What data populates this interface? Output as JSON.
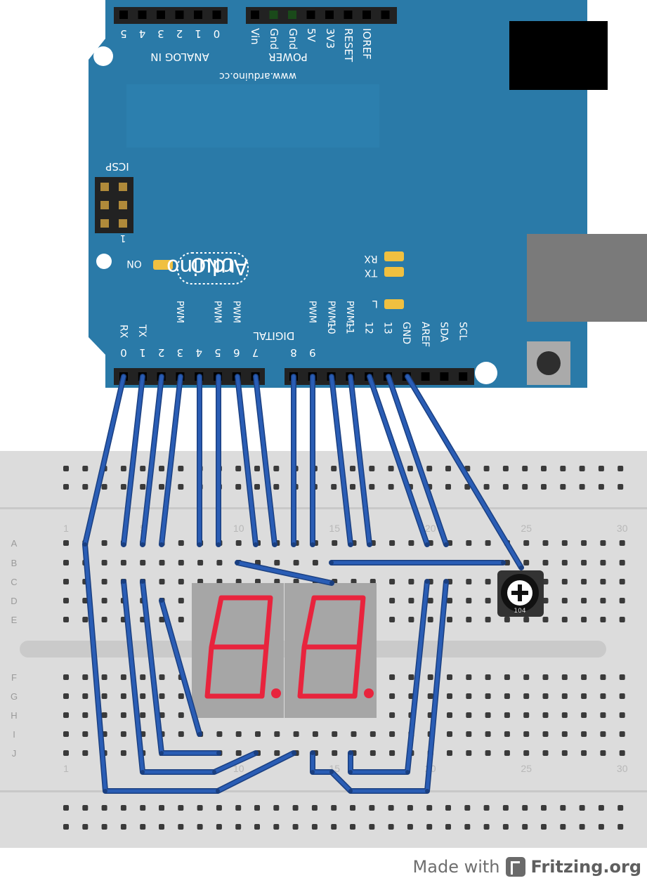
{
  "board": {
    "brand": "Arduino",
    "model": "UNO",
    "website": "www.arduino.cc",
    "on_label": "ON",
    "icsp_label": "ICSP",
    "icsp_pin1": "1",
    "led_rx": "RX",
    "led_tx": "TX",
    "led_l": "L",
    "analog_header": "ANALOG IN",
    "power_header": "POWER",
    "digital_header": "DIGITAL",
    "analog_pins": [
      "5",
      "4",
      "3",
      "2",
      "1",
      "0"
    ],
    "power_pins": [
      "Vin",
      "Gnd",
      "Gnd",
      "5V",
      "3V3",
      "RESET",
      "IOREF"
    ],
    "digital_pins_low": [
      "0",
      "1",
      "2",
      "3",
      "4",
      "5",
      "6",
      "7"
    ],
    "digital_pins_low_sub": [
      "RX",
      "TX",
      "",
      "",
      "",
      "",
      "",
      ""
    ],
    "digital_pins_high": [
      "8",
      "9",
      "10",
      "11",
      "12",
      "13",
      "GND",
      "AREF",
      "SDA",
      "SCL"
    ],
    "pwm_low": [
      "",
      "",
      "",
      "PWM",
      "",
      "PWM",
      "PWM",
      ""
    ],
    "pwm_high": [
      "",
      "PWM",
      "PWM~",
      "PWM~",
      "",
      "",
      "",
      "",
      "",
      ""
    ],
    "colors": {
      "pcb": "#2a7aa8",
      "header": "#222222",
      "wire": "#2a5db5",
      "segment": "#e8243d",
      "display": "#a6a6a6",
      "breadboard": "#dcdcdc"
    }
  },
  "breadboard": {
    "rows_top": [
      "A",
      "B",
      "C",
      "D",
      "E"
    ],
    "rows_bottom": [
      "F",
      "G",
      "H",
      "I",
      "J"
    ],
    "column_numbers": [
      "1",
      "5",
      "10",
      "15",
      "20",
      "25",
      "30"
    ]
  },
  "displays": [
    {
      "name": "digit-1",
      "value": "8."
    },
    {
      "name": "digit-2",
      "value": "8."
    }
  ],
  "potentiometer": {
    "marking": "104"
  },
  "footer": {
    "made_with": "Made with",
    "brand": "Fritzing.org"
  }
}
